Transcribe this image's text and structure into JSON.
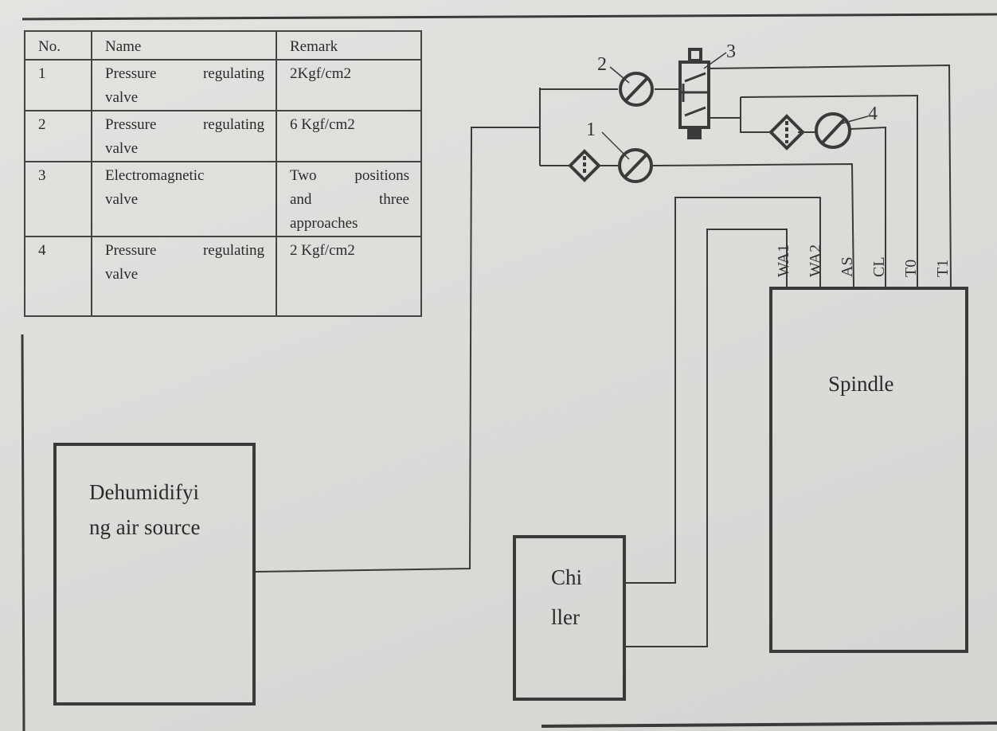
{
  "legend_table": {
    "headers": {
      "no": "No.",
      "name": "Name",
      "remark": "Remark"
    },
    "rows": [
      {
        "no": "1",
        "name_line1_a": "Pressure",
        "name_line1_b": "regulating",
        "name_line2": "valve",
        "remark_lines": [
          "2Kgf/cm2"
        ]
      },
      {
        "no": "2",
        "name_line1_a": "Pressure",
        "name_line1_b": "regulating",
        "name_line2": "valve",
        "remark_lines": [
          "6 Kgf/cm2"
        ]
      },
      {
        "no": "3",
        "name_line1_a": "Electromagnetic",
        "name_line1_b": "",
        "name_line2": "valve",
        "remark_lines": [
          "Two positions",
          "and three",
          "approaches"
        ]
      },
      {
        "no": "4",
        "name_line1_a": "Pressure",
        "name_line1_b": "regulating",
        "name_line2": "valve",
        "remark_lines": [
          "2 Kgf/cm2"
        ]
      }
    ]
  },
  "components": {
    "air_source": {
      "line1": "Dehumidifyi",
      "line2": "ng air source"
    },
    "chiller": {
      "line1": "Chi",
      "line2": "ller"
    },
    "spindle": {
      "label": "Spindle"
    }
  },
  "callouts": {
    "v1": "1",
    "v2": "2",
    "v3": "3",
    "v4": "4"
  },
  "ports": [
    "WA1",
    "WA2",
    "AS",
    "CL",
    "T0",
    "T1"
  ]
}
